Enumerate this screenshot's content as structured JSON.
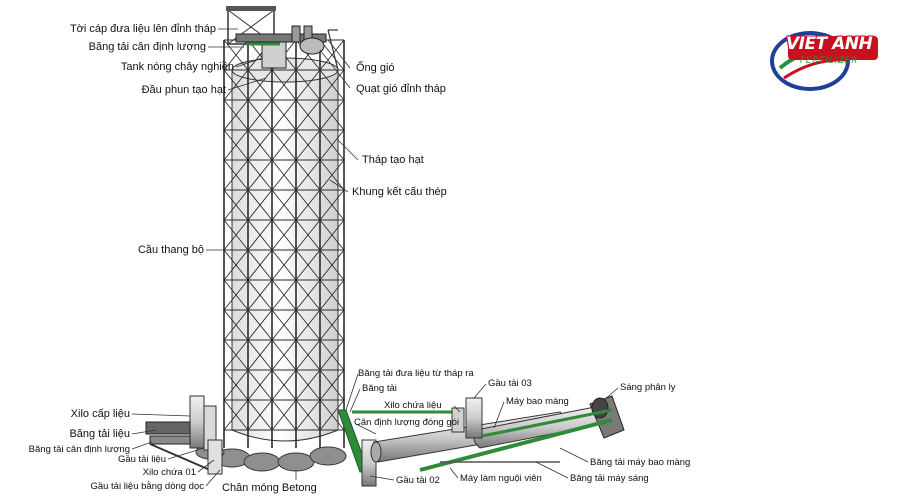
{
  "labels": {
    "toi_cap": "Tời cáp đưa liệu lên đỉnh tháp",
    "bang_tai_can_dinh_luong_top": "Băng tải cân định lượng",
    "tank_nong_chay": "Tank nóng chảy nghiền",
    "dau_phun": "Đầu phun tạo hạt",
    "ong_gio": "Ống gió",
    "quat_gio": "Quạt gió đỉnh tháp",
    "thap_tao_hat": "Tháp tạo hạt",
    "khung_ket_cau": "Khung kết cấu thép",
    "cau_thang_bo": "Cầu thang bộ",
    "bang_tai_dua_lieu": "Băng tải đưa liệu từ tháp ra",
    "bang_tai": "Băng tải",
    "gau_tai_03": "Gầu tải 03",
    "xilo_chua_lieu": "Xilo chứa liệu",
    "may_bao_mang": "Máy bao màng",
    "sang_phan_ly": "Sáng phân ly",
    "can_dinh_luong_dong_goi": "Cân định lượng đóng gói",
    "xilo_cap_lieu": "Xilo cấp liệu",
    "bang_tai_lieu": "Băng tải liệu",
    "bang_tai_can_dinh_luong_bottom": "Băng tải cân định lượng",
    "gau_tai_lieu": "Gầu tải liệu",
    "xilo_chua_01": "Xilo chứa 01",
    "gau_tai_lieu_bang_dong_doc": "Gầu tải liệu bằng dòng dọc",
    "chan_mong_betong": "Chân móng Betong",
    "gau_tai_02": "Gầu tải 02",
    "may_lam_nguoi_vien": "Máy làm nguội viên",
    "bang_tai_may_bao_mang": "Băng tải máy bao màng",
    "bang_tai_may_sang": "Băng tải máy sáng"
  },
  "logo": {
    "name": "VIET ANH",
    "tagline": "FERTILIZER",
    "colors": {
      "red": "#c8101e",
      "green": "#2a8f3c",
      "blue": "#1f3f9a"
    }
  },
  "colors": {
    "structure": "#2b2b2b",
    "tower": "#f4f4f4",
    "conveyor_accent": "#2e8b3a",
    "footing": "#8a8a8a"
  }
}
